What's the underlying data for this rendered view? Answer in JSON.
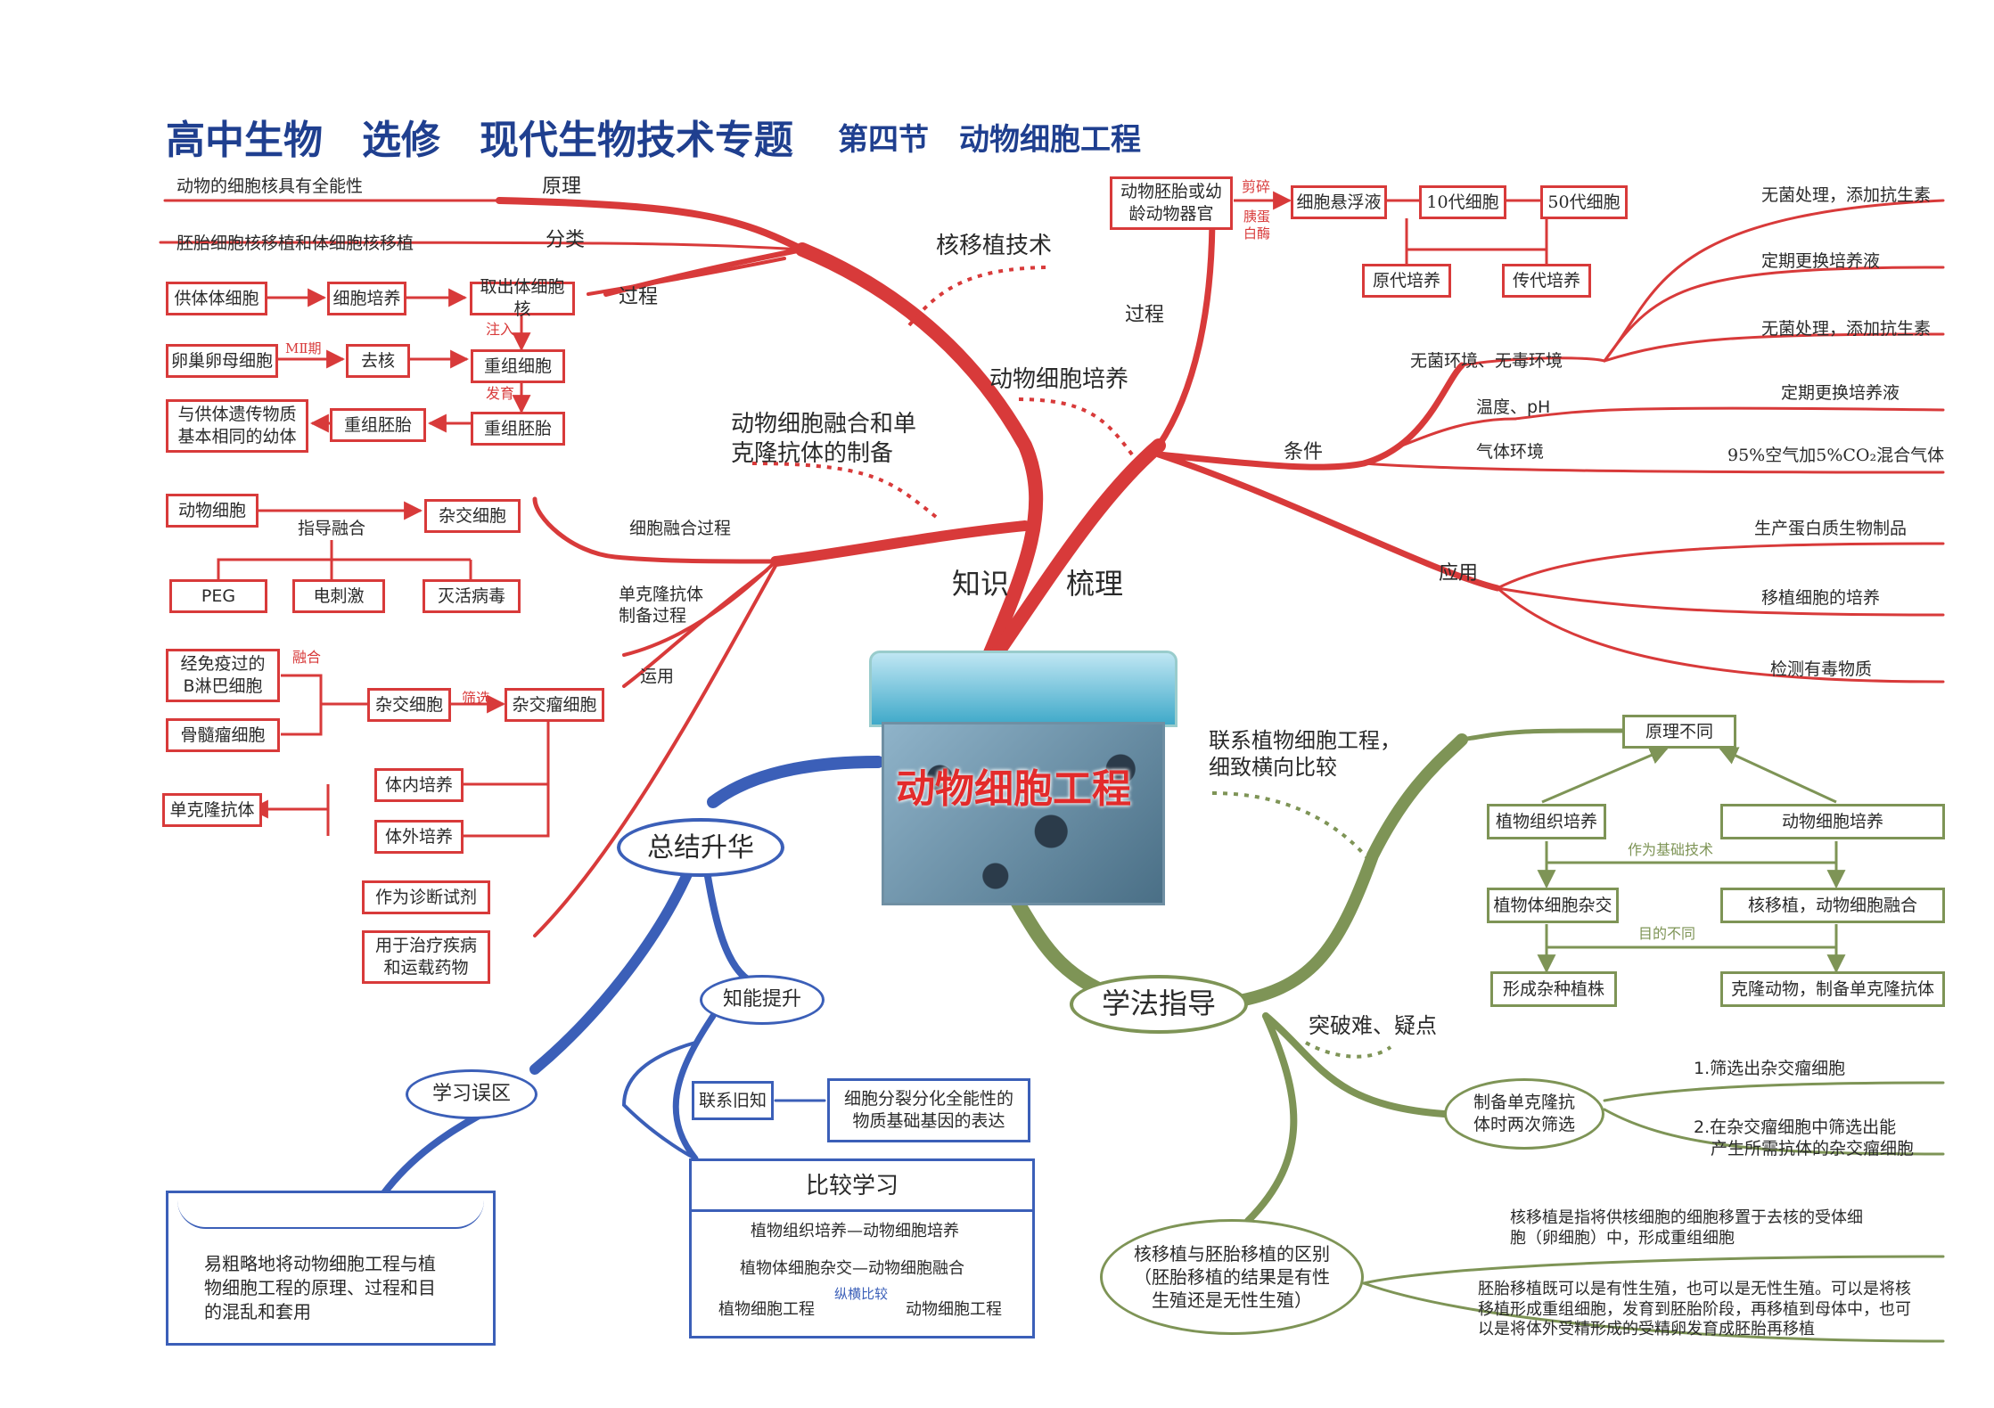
{
  "header": {
    "title_main": "高中生物　选修　现代生物技术专题",
    "title_sub": "第四节　动物细胞工程"
  },
  "center": {
    "title": "动物细胞工程",
    "knowledge_label": "知识　　梳理"
  },
  "main_branches": {
    "nuclear_transfer": "核移植技术",
    "cell_culture": "动物细胞培养",
    "fusion_mab": "动物细胞融合和单\n克隆抗体的制备",
    "summary": "总结升华",
    "method": "学法指导"
  },
  "nt": {
    "principle_label": "原理",
    "principle_text": "动物的细胞核具有全能性",
    "category_label": "分类",
    "category_text": "胚胎细胞核移植和体细胞核移植",
    "process_label": "过程",
    "boxes": {
      "donor": "供体体细胞",
      "culture": "细胞培养",
      "extract": "取出体细胞核",
      "oocyte": "卵巢卵母细胞",
      "enucleate": "去核",
      "recon_cell": "重组细胞",
      "recon_embryo_1": "重组胚胎",
      "recon_embryo_2": "重组胚胎",
      "offspring": "与供体遗传物质\n基本相同的幼体"
    },
    "annotations": {
      "inject": "注入",
      "mii": "MⅡ期",
      "develop": "发育"
    }
  },
  "fusion": {
    "process_label": "细胞融合过程",
    "mab_label": "单克隆抗体\n制备过程",
    "use_label": "运用",
    "animal_cell": "动物细胞",
    "hybrid_cell": "杂交细胞",
    "induce_label": "指导融合",
    "peg": "PEG",
    "electric": "电刺激",
    "virus": "灭活病毒",
    "b_cell": "经免疫过的\nB淋巴细胞",
    "myeloma": "骨髓瘤细胞",
    "fuse_note": "融合",
    "hybrid2": "杂交细胞",
    "select_note": "筛选",
    "hybridoma": "杂交瘤细胞",
    "in_vivo": "体内培养",
    "in_vitro": "体外培养",
    "mab": "单克隆抗体",
    "diagnostic": "作为诊断试剂",
    "therapy": "用于治疗疾病\n和运载药物"
  },
  "culture": {
    "process_label": "过程",
    "source": "动物胚胎或幼\n龄动物器官",
    "cut_note": "剪碎",
    "trypsin_note": "胰蛋\n白酶",
    "suspension": "细胞悬浮液",
    "gen10": "10代细胞",
    "gen50": "50代细胞",
    "primary": "原代培养",
    "passage": "传代培养",
    "conditions_label": "条件",
    "cond_sterile": "无菌环境、无毒环境",
    "cond_temp": "温度、pH",
    "cond_gas": "气体环境",
    "leaf_1": "无菌处理，添加抗生素",
    "leaf_2": "定期更换培养液",
    "leaf_3": "无菌处理，添加抗生素",
    "leaf_4": "定期更换培养液",
    "leaf_5": "95%空气加5%CO₂混合气体",
    "apps_label": "应用",
    "app_1": "生产蛋白质生物制品",
    "app_2": "移植细胞的培养",
    "app_3": "检测有毒物质"
  },
  "method": {
    "compare_label": "联系植物细胞工程，\n细致横向比较",
    "principle_diff": "原理不同",
    "plant_tissue": "植物组织培养",
    "animal_culture": "动物细胞培养",
    "basis_note": "作为基础技术",
    "plant_hybrid": "植物体细胞杂交",
    "nt_fusion": "核移植，动物细胞融合",
    "purpose_note": "目的不同",
    "new_plant": "形成杂种植株",
    "clone_mab": "克隆动物，制备单克隆抗体",
    "difficulty_label": "突破难、疑点",
    "mab_select": "制备单克隆抗\n体时两次筛选",
    "select_1": "1.筛选出杂交瘤细胞",
    "select_2": "2.在杂交瘤细胞中筛选出能\n　产生所需抗体的杂交瘤细胞",
    "nt_vs_et": "核移植与胚胎移植的区别\n（胚胎移植的结果是有性\n生殖还是无性生殖）",
    "nt_def": "核移植是指将供核细胞的细胞移置于去核的受体细\n胞（卵细胞）中，形成重组细胞",
    "et_def": "胚胎移植既可以是有性生殖，也可以是无性生殖。可以是将核\n移植形成重组细胞，发育到胚胎阶段，再移植到母体中，也可\n以是将体外受精形成的受精卵发育成胚胎再移植"
  },
  "summary": {
    "ability": "知能提升",
    "mistake": "学习误区",
    "link_old": "联系旧知",
    "link_old_text": "细胞分裂分化全能性的\n物质基础基因的表达",
    "compare_title": "比较学习",
    "compare_1": "植物组织培养—动物细胞培养",
    "compare_2": "植物体细胞杂交—动物细胞融合",
    "compare_3a": "植物细胞工程",
    "compare_arrow": "纵横比较",
    "compare_3b": "动物细胞工程",
    "mistake_text": "易粗略地将动物细胞工程与植\n物细胞工程的原理、过程和目\n的混乱和套用"
  },
  "colors": {
    "red_branch": "#d83a3a",
    "green_branch": "#7e9456",
    "blue_branch": "#3b5fb8",
    "title_blue": "#1f3f8f",
    "center_teal": "#3fa9c9"
  }
}
